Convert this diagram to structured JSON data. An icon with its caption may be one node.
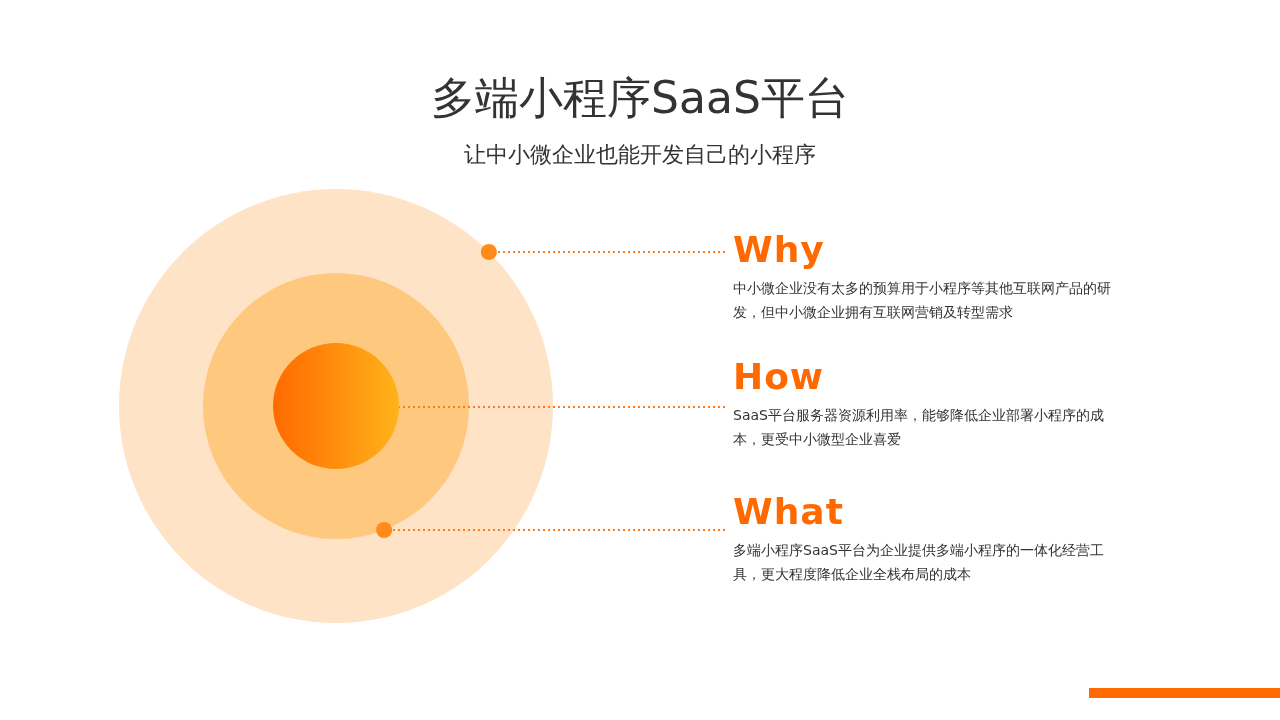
{
  "diagram": {
    "title": "多端小程序SaaS平台",
    "nodes": [
      {
        "text": [],
        "shape": "circle"
      },
      {
        "text": [],
        "shape": "circle",
        "in": 0
      },
      {
        "text": [],
        "shape": "circle",
        "in": 1
      },
      {
        "text": [
          "Why",
          "中小微企业没有太多的预算用于小程序等其他互联网产品的研发，但中小微企业拥有互联网营销及转型需求"
        ]
      },
      {
        "text": [
          "How",
          "SaaS平台服务器资源利用率，能够降低企业部署小程序的成本，更受中小微型企业喜爱"
        ]
      },
      {
        "text": [
          "What",
          "多端小程序SaaS平台为企业提供多端小程序的一体化经营工具，更大程度降低企业全栈布局的成本"
        ]
      }
    ],
    "edges": [
      {
        "from": 3,
        "to": 0,
        "arrow": "other",
        "style": "dashed"
      },
      {
        "from": 4,
        "to": 2,
        "arrow": "none",
        "style": "dashed"
      },
      {
        "from": 5,
        "to": 1,
        "arrow": "other",
        "style": "dashed"
      }
    ],
    "labels": [
      "让中小微企业也能开发自己的小程序"
    ]
  }
}
